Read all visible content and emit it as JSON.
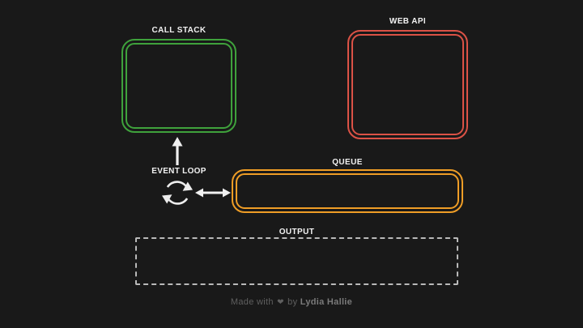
{
  "title": "JavaScript event loop diagram",
  "labels": {
    "call_stack": "CALL STACK",
    "web_api": "WEB API",
    "queue": "QUEUE",
    "output": "OUTPUT",
    "event_loop": "EVENT LOOP"
  },
  "colors": {
    "background": "#191919",
    "call_stack_border": "#3fa23c",
    "web_api_border": "#db5246",
    "queue_border": "#ef9d26",
    "output_border": "#b9b9b9",
    "label_text": "#f2f2f2",
    "arrow": "#f0f0f0",
    "footer_text": "#5f5f5f",
    "footer_author": "#7a7a7a"
  },
  "icons": {
    "event_loop_icon": "sync-icon",
    "up_arrow": "arrow-up",
    "left_right_arrow": "arrow-left-right",
    "heart": "❤"
  },
  "footer": {
    "made_with": "Made with",
    "heart": "❤",
    "by": "by",
    "author": "Lydia Hallie"
  }
}
